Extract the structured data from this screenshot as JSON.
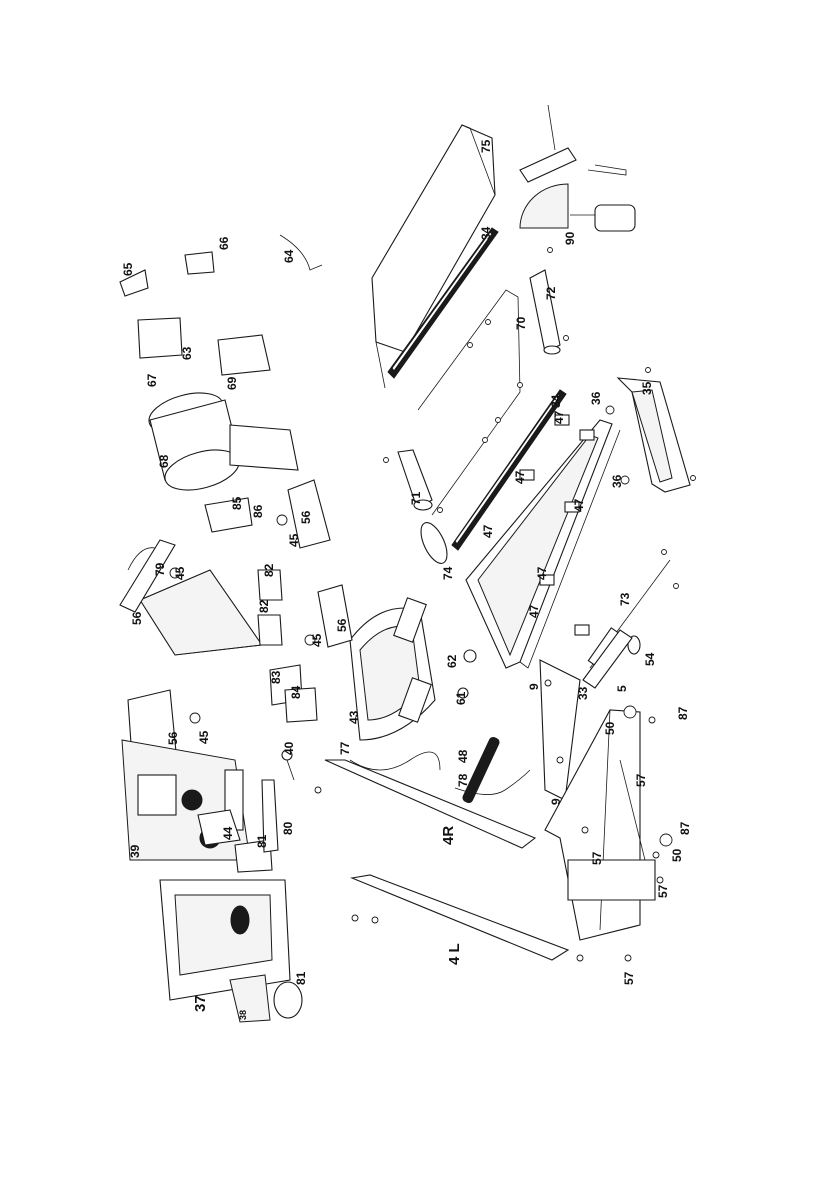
{
  "diagram": {
    "type": "exploded-parts-view",
    "part_labels": [
      {
        "id": "p75",
        "text": "75"
      },
      {
        "id": "p34a",
        "text": "34"
      },
      {
        "id": "p34b",
        "text": "34"
      },
      {
        "id": "p90",
        "text": "90"
      },
      {
        "id": "p72",
        "text": "72"
      },
      {
        "id": "p70",
        "text": "70"
      },
      {
        "id": "p71",
        "text": "71"
      },
      {
        "id": "p74",
        "text": "74"
      },
      {
        "id": "p35",
        "text": "35"
      },
      {
        "id": "p36a",
        "text": "36"
      },
      {
        "id": "p36b",
        "text": "36"
      },
      {
        "id": "p47a",
        "text": "47"
      },
      {
        "id": "p47b",
        "text": "47"
      },
      {
        "id": "p47c",
        "text": "47"
      },
      {
        "id": "p47d",
        "text": "47"
      },
      {
        "id": "p47e",
        "text": "47"
      },
      {
        "id": "p47f",
        "text": "47"
      },
      {
        "id": "p73",
        "text": "73"
      },
      {
        "id": "p54",
        "text": "54"
      },
      {
        "id": "p5",
        "text": "5"
      },
      {
        "id": "p33",
        "text": "33"
      },
      {
        "id": "p87a",
        "text": "87"
      },
      {
        "id": "p87b",
        "text": "87"
      },
      {
        "id": "p50a",
        "text": "50"
      },
      {
        "id": "p50b",
        "text": "50"
      },
      {
        "id": "p57a",
        "text": "57"
      },
      {
        "id": "p57b",
        "text": "57"
      },
      {
        "id": "p57c",
        "text": "57"
      },
      {
        "id": "p57d",
        "text": "57"
      },
      {
        "id": "p9a",
        "text": "9"
      },
      {
        "id": "p9b",
        "text": "9"
      },
      {
        "id": "p62",
        "text": "62"
      },
      {
        "id": "p61",
        "text": "61"
      },
      {
        "id": "p43",
        "text": "43"
      },
      {
        "id": "p77",
        "text": "77"
      },
      {
        "id": "p78",
        "text": "78"
      },
      {
        "id": "p48",
        "text": "48"
      },
      {
        "id": "p4R",
        "text": "4R"
      },
      {
        "id": "p4L",
        "text": "4 L"
      },
      {
        "id": "p65",
        "text": "65"
      },
      {
        "id": "p66",
        "text": "66"
      },
      {
        "id": "p64",
        "text": "64"
      },
      {
        "id": "p63",
        "text": "63"
      },
      {
        "id": "p67",
        "text": "67"
      },
      {
        "id": "p69",
        "text": "69"
      },
      {
        "id": "p68",
        "text": "68"
      },
      {
        "id": "p85",
        "text": "85"
      },
      {
        "id": "p86",
        "text": "86"
      },
      {
        "id": "p56a",
        "text": "56"
      },
      {
        "id": "p56b",
        "text": "56"
      },
      {
        "id": "p56c",
        "text": "56"
      },
      {
        "id": "p56d",
        "text": "56"
      },
      {
        "id": "p45a",
        "text": "45"
      },
      {
        "id": "p45b",
        "text": "45"
      },
      {
        "id": "p45c",
        "text": "45"
      },
      {
        "id": "p45d",
        "text": "45"
      },
      {
        "id": "p79",
        "text": "79"
      },
      {
        "id": "p82a",
        "text": "82"
      },
      {
        "id": "p82b",
        "text": "82"
      },
      {
        "id": "p83",
        "text": "83"
      },
      {
        "id": "p84",
        "text": "84"
      },
      {
        "id": "p40",
        "text": "40"
      },
      {
        "id": "p80",
        "text": "80"
      },
      {
        "id": "p39",
        "text": "39"
      },
      {
        "id": "p44",
        "text": "44"
      },
      {
        "id": "p81a",
        "text": "81"
      },
      {
        "id": "p81b",
        "text": "81"
      },
      {
        "id": "p37",
        "text": "37"
      },
      {
        "id": "p38",
        "text": "38"
      }
    ]
  }
}
